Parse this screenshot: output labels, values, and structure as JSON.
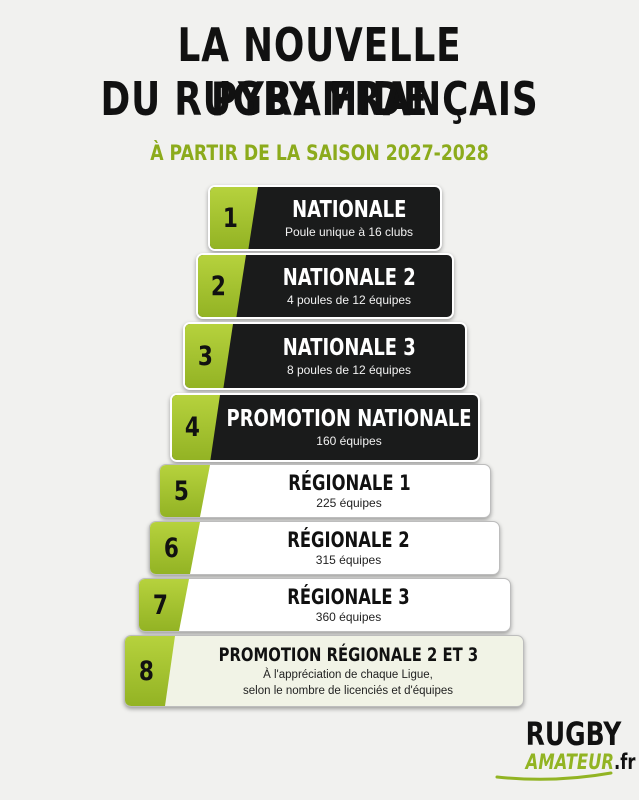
{
  "header": {
    "title_line1": "LA NOUVELLE PYRAMIDE",
    "title_line2": "DU RUGBY FRANÇAIS",
    "subtitle": "À PARTIR DE LA SAISON 2027-2028"
  },
  "tiers": [
    {
      "number": "1",
      "name": "NATIONALE",
      "description": "Poule unique à 16 clubs"
    },
    {
      "number": "2",
      "name": "NATIONALE 2",
      "description": "4 poules de 12 équipes"
    },
    {
      "number": "3",
      "name": "NATIONALE 3",
      "description": "8 poules de 12 équipes"
    },
    {
      "number": "4",
      "name": "PROMOTION NATIONALE",
      "description": "160 équipes"
    },
    {
      "number": "5",
      "name": "RÉGIONALE 1",
      "description": "225 équipes"
    },
    {
      "number": "6",
      "name": "RÉGIONALE 2",
      "description": "315 équipes"
    },
    {
      "number": "7",
      "name": "RÉGIONALE 3",
      "description": "360 équipes"
    },
    {
      "number": "8",
      "name": "PROMOTION RÉGIONALE 2 ET 3",
      "description_line1": "À l'appréciation de chaque Ligue,",
      "description_line2": "selon le nombre de licenciés et d'équipes"
    }
  ],
  "logo": {
    "line1": "RUGBY",
    "line2": "AMATEUR",
    "suffix": ".fr"
  },
  "colors": {
    "accent_green": "#93b324",
    "dark_tier": "#1a1b1b",
    "light_tier": "#ffffff",
    "background": "#f1f1ef"
  }
}
